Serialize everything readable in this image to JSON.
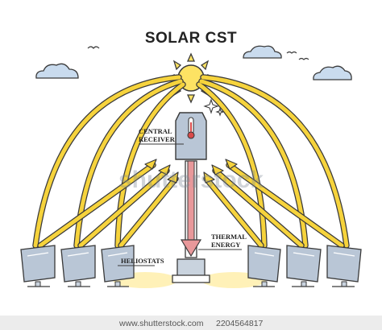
{
  "title": "SOLAR CST",
  "labels": {
    "central_receiver": [
      "CENTRAL",
      "RECEIVER"
    ],
    "thermal_energy": [
      "THERMAL",
      "ENERGY"
    ],
    "heliostats": "HELIOSTATS"
  },
  "watermark": "shutterstock",
  "footer": {
    "site": "www.shutterstock.com",
    "id": "2204564817"
  },
  "colors": {
    "beam": "#f6d33c",
    "beam_outline": "#3a3a3a",
    "sun": "#fde263",
    "cloud": "#c9dbee",
    "panel": "#b9c6d6",
    "tower_arrow": "#e8989a",
    "ground_glow": "#fff1b8"
  }
}
